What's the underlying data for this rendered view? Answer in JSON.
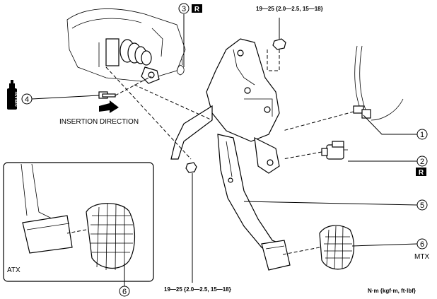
{
  "callouts": [
    {
      "id": "c1",
      "number": "1"
    },
    {
      "id": "c2",
      "number": "2"
    },
    {
      "id": "c3",
      "number": "3"
    },
    {
      "id": "c4",
      "number": "4"
    },
    {
      "id": "c5",
      "number": "5"
    },
    {
      "id": "c6a",
      "number": "6"
    },
    {
      "id": "c6b",
      "number": "6"
    }
  ],
  "replace_mark": "R",
  "torque_top": "19—25 {2.0—2.5, 15—18}",
  "torque_bottom": "19—25 {2.0—2.5, 15—18}",
  "insertion_direction": "INSERTION DIRECTION",
  "label_atx": "ATX",
  "label_mtx": "MTX",
  "units": "N·m {kgf·m, ft·lbf}",
  "grease_can_label": "GREASE"
}
